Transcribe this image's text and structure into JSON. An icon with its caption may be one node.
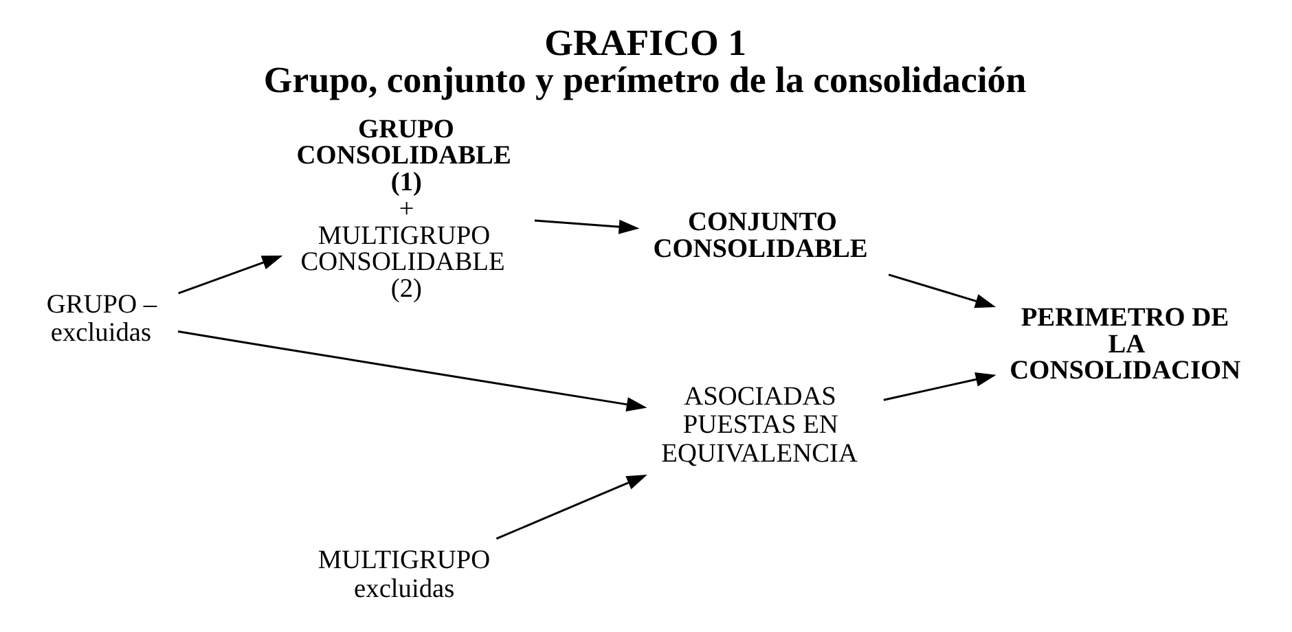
{
  "diagram": {
    "title": "GRAFICO 1",
    "caption": "Grupo, conjunto y perímetro de la consolidación",
    "nodes": [
      {
        "text": [
          "GRUPO – excluidas"
        ]
      },
      {
        "text": [
          "GRUPO CONSOLIDABLE (1)",
          "+",
          "MULTIGRUPO CONSOLIDABLE (2)"
        ]
      },
      {
        "text": [
          "CONJUNTO CONSOLIDABLE"
        ]
      },
      {
        "text": [
          "MULTIGRUPO excluidas"
        ]
      },
      {
        "text": [
          "ASOCIADAS PUESTAS EN EQUIVALENCIA"
        ]
      },
      {
        "text": [
          "PERIMETRO DE LA CONSOLIDACION"
        ]
      }
    ],
    "edges": [
      {
        "from": 0,
        "to": 1,
        "arrow": "to"
      },
      {
        "from": 1,
        "to": 2,
        "arrow": "to"
      },
      {
        "from": 0,
        "to": 4,
        "arrow": "to"
      },
      {
        "from": 3,
        "to": 4,
        "arrow": "to"
      },
      {
        "from": 2,
        "to": 5,
        "arrow": "to"
      },
      {
        "from": 4,
        "to": 5,
        "arrow": "to"
      }
    ]
  }
}
